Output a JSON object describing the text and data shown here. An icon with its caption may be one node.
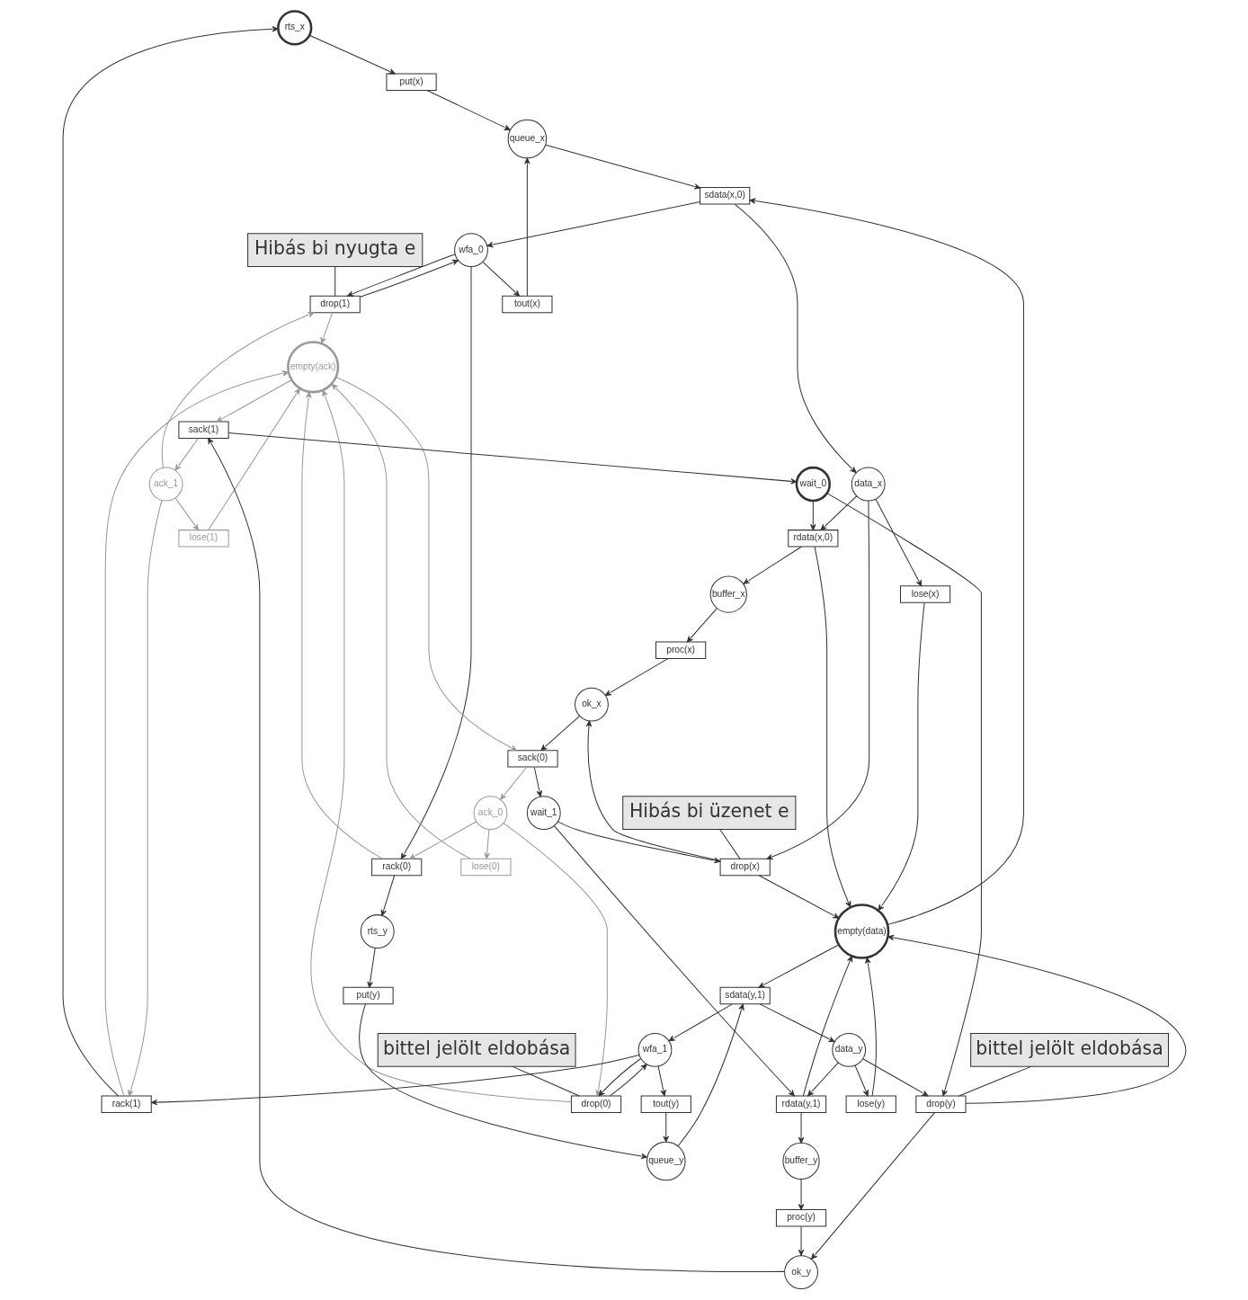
{
  "diagram": {
    "nodes": [
      {
        "text": [
          "rts_x"
        ]
      },
      {
        "text": [
          "put(x)"
        ]
      },
      {
        "text": [
          "queue_x"
        ]
      },
      {
        "text": [
          "tout(x)"
        ]
      },
      {
        "text": [
          "sdata(x,0)"
        ]
      },
      {
        "text": [
          "wfa_0"
        ]
      },
      {
        "text": [
          "drop(1)"
        ]
      },
      {
        "text": [
          "rack(1)"
        ]
      },
      {
        "text": [
          "rack(0)"
        ]
      },
      {
        "text": [
          "ack_0"
        ]
      },
      {
        "text": [
          "drop(0)"
        ]
      },
      {
        "text": [
          "wfa_1"
        ]
      },
      {
        "text": [
          "sdata(y,1)"
        ]
      },
      {
        "text": [
          "queue_y"
        ]
      },
      {
        "text": [
          "put(y)"
        ]
      },
      {
        "text": [
          "rts_y"
        ]
      },
      {
        "text": [
          "data_x"
        ]
      },
      {
        "text": [
          "lose(0)"
        ]
      },
      {
        "text": [
          "lose(x)"
        ]
      },
      {
        "text": [
          "tout(y)"
        ]
      },
      {
        "text": [
          "empty(ack)"
        ]
      },
      {
        "text": [
          "empty(data)"
        ]
      },
      {
        "text": [
          "wait_0"
        ]
      },
      {
        "text": [
          "rdata(x,0)"
        ]
      },
      {
        "text": [
          "buffer_x"
        ]
      },
      {
        "text": [
          "proc(x)"
        ]
      },
      {
        "text": [
          "ok_x"
        ]
      },
      {
        "text": [
          "lose(1)"
        ]
      },
      {
        "text": [
          "lose(y)"
        ]
      },
      {
        "text": [
          "ack_1"
        ]
      },
      {
        "text": [
          "data_y"
        ]
      },
      {
        "text": [
          "sack(1)"
        ]
      },
      {
        "text": [
          "sack(0)"
        ]
      },
      {
        "text": [
          "drop(y)"
        ]
      },
      {
        "text": [
          "drop(x)"
        ]
      },
      {
        "text": [
          "ok_y"
        ]
      },
      {
        "text": [
          "proc(y)"
        ]
      },
      {
        "text": [
          "buffer_y"
        ]
      },
      {
        "text": [
          "rdata(y,1)"
        ]
      },
      {
        "text": [
          "wait_1"
        ]
      },
      {
        "text": [
          "bittel jelölt eldobása"
        ]
      },
      {
        "text": [
          "Hibás bi nyugta e"
        ]
      },
      {
        "text": [
          "bittel jelölt eldobása"
        ]
      },
      {
        "text": [
          "Hibás bi üzenet e"
        ]
      }
    ],
    "edges": [
      {
        "from": 0,
        "to": 1,
        "arrow": "to"
      },
      {
        "from": 1,
        "to": 2,
        "arrow": "to"
      },
      {
        "from": 2,
        "to": 4,
        "arrow": "to"
      },
      {
        "from": 4,
        "to": 5,
        "arrow": "to"
      },
      {
        "from": 5,
        "to": 3,
        "arrow": "to"
      },
      {
        "from": 3,
        "to": 2,
        "arrow": "to"
      },
      {
        "from": 5,
        "to": 8,
        "arrow": "to"
      },
      {
        "from": 8,
        "to": 15,
        "arrow": "to"
      },
      {
        "from": 15,
        "to": 14,
        "arrow": "to"
      },
      {
        "from": 14,
        "to": 13,
        "arrow": "to"
      },
      {
        "from": 13,
        "to": 12,
        "arrow": "to"
      },
      {
        "from": 12,
        "to": 11,
        "arrow": "to"
      },
      {
        "from": 11,
        "to": 19,
        "arrow": "to"
      },
      {
        "from": 19,
        "to": 13,
        "arrow": "to"
      },
      {
        "from": 11,
        "to": 7,
        "arrow": "to"
      },
      {
        "from": 7,
        "to": 0,
        "arrow": "to"
      },
      {
        "from": 5,
        "to": 6,
        "arrow": "to"
      },
      {
        "from": 6,
        "to": 5,
        "arrow": "to"
      },
      {
        "from": 11,
        "to": 10,
        "arrow": "to"
      },
      {
        "from": 10,
        "to": 11,
        "arrow": "to"
      },
      {
        "from": 21,
        "to": 4,
        "arrow": "to"
      },
      {
        "from": 4,
        "to": 16,
        "arrow": "to"
      },
      {
        "from": 21,
        "to": 12,
        "arrow": "to"
      },
      {
        "from": 12,
        "to": 30,
        "arrow": "to"
      },
      {
        "from": 16,
        "to": 18,
        "arrow": "to"
      },
      {
        "from": 18,
        "to": 21,
        "arrow": "to"
      },
      {
        "from": 30,
        "to": 28,
        "arrow": "to"
      },
      {
        "from": 28,
        "to": 21,
        "arrow": "to"
      },
      {
        "from": 22,
        "to": 23,
        "arrow": "to"
      },
      {
        "from": 23,
        "to": 24,
        "arrow": "to"
      },
      {
        "from": 24,
        "to": 25,
        "arrow": "to"
      },
      {
        "from": 25,
        "to": 26,
        "arrow": "to"
      },
      {
        "from": 26,
        "to": 32,
        "arrow": "to"
      },
      {
        "from": 32,
        "to": 39,
        "arrow": "to"
      },
      {
        "from": 39,
        "to": 38,
        "arrow": "to"
      },
      {
        "from": 38,
        "to": 37,
        "arrow": "to"
      },
      {
        "from": 37,
        "to": 36,
        "arrow": "to"
      },
      {
        "from": 36,
        "to": 35,
        "arrow": "to"
      },
      {
        "from": 35,
        "to": 31,
        "arrow": "to"
      },
      {
        "from": 31,
        "to": 22,
        "arrow": "to"
      },
      {
        "from": 22,
        "to": 33,
        "arrow": "to"
      },
      {
        "from": 33,
        "to": 35,
        "arrow": "to"
      },
      {
        "from": 39,
        "to": 34,
        "arrow": "to"
      },
      {
        "from": 34,
        "to": 26,
        "arrow": "to"
      },
      {
        "from": 16,
        "to": 23,
        "arrow": "to"
      },
      {
        "from": 23,
        "to": 21,
        "arrow": "to"
      },
      {
        "from": 30,
        "to": 38,
        "arrow": "to"
      },
      {
        "from": 38,
        "to": 21,
        "arrow": "to"
      },
      {
        "from": 30,
        "to": 33,
        "arrow": "to"
      },
      {
        "from": 33,
        "to": 21,
        "arrow": "to"
      },
      {
        "from": 16,
        "to": 34,
        "arrow": "to"
      },
      {
        "from": 34,
        "to": 21,
        "arrow": "to"
      },
      {
        "from": 9,
        "to": 8,
        "arrow": "to",
        "color": "#999999"
      },
      {
        "from": 8,
        "to": 20,
        "arrow": "to",
        "color": "#999999"
      },
      {
        "from": 29,
        "to": 7,
        "arrow": "to",
        "color": "#999999"
      },
      {
        "from": 7,
        "to": 20,
        "arrow": "to",
        "color": "#999999"
      },
      {
        "from": 9,
        "to": 10,
        "arrow": "to",
        "color": "#999999"
      },
      {
        "from": 10,
        "to": 20,
        "arrow": "to",
        "color": "#999999"
      },
      {
        "from": 29,
        "to": 6,
        "arrow": "to",
        "color": "#999999"
      },
      {
        "from": 6,
        "to": 20,
        "arrow": "to",
        "color": "#999999"
      },
      {
        "from": 9,
        "to": 17,
        "arrow": "to",
        "color": "#999999"
      },
      {
        "from": 17,
        "to": 20,
        "arrow": "to",
        "color": "#999999"
      },
      {
        "from": 29,
        "to": 27,
        "arrow": "to",
        "color": "#999999"
      },
      {
        "from": 27,
        "to": 20,
        "arrow": "to",
        "color": "#999999"
      },
      {
        "from": 20,
        "to": 32,
        "arrow": "to",
        "color": "#999999"
      },
      {
        "from": 32,
        "to": 9,
        "arrow": "to",
        "color": "#999999"
      },
      {
        "from": 20,
        "to": 31,
        "arrow": "to",
        "color": "#999999"
      },
      {
        "from": 31,
        "to": 29,
        "arrow": "to",
        "color": "#999999"
      },
      {
        "from": 40,
        "to": 10,
        "arrow": "none"
      },
      {
        "from": 41,
        "to": 6,
        "arrow": "none"
      },
      {
        "from": 42,
        "to": 33,
        "arrow": "none"
      },
      {
        "from": 43,
        "to": 34,
        "arrow": "none"
      }
    ]
  }
}
